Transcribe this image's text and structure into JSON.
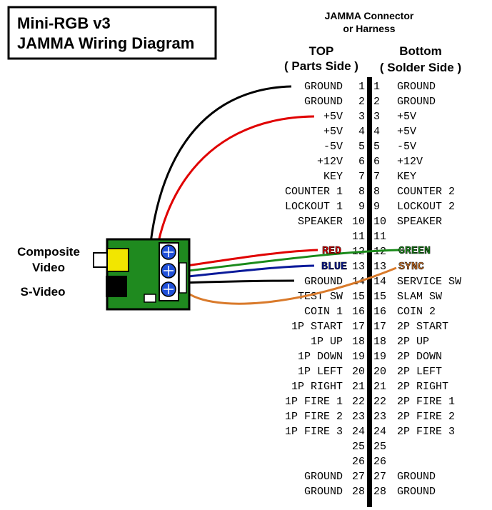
{
  "title": {
    "line1": "Mini-RGB v3",
    "line2": "JAMMA Wiring Diagram"
  },
  "connector": {
    "heading_line1": "JAMMA Connector",
    "heading_line2": "or Harness",
    "top_title": "TOP",
    "top_subtitle": "( Parts Side )",
    "bottom_title": "Bottom",
    "bottom_subtitle": "( Solder Side )"
  },
  "labels": {
    "composite_line1": "Composite",
    "composite_line2": "Video",
    "svideo": "S-Video"
  },
  "wire_labels": {
    "red": "RED",
    "green": "GREEN",
    "blue": "BLUE",
    "sync": "SYNC"
  },
  "colors": {
    "board": "#1f8a1f",
    "pot": "#1f4fd8",
    "composite_jack": "#f2e600",
    "red_wire": "#e00000",
    "green_wire": "#1a8a1a",
    "blue_wire": "#0a1a9a",
    "sync_wire": "#d97a2b",
    "black_wire": "#000000",
    "connector_bar": "#000000"
  },
  "pins": [
    {
      "n": "1",
      "top": "GROUND",
      "bottom": "GROUND"
    },
    {
      "n": "2",
      "top": "GROUND",
      "bottom": "GROUND"
    },
    {
      "n": "3",
      "top": "+5V",
      "bottom": "+5V"
    },
    {
      "n": "4",
      "top": "+5V",
      "bottom": "+5V"
    },
    {
      "n": "5",
      "top": "-5V",
      "bottom": "-5V"
    },
    {
      "n": "6",
      "top": "+12V",
      "bottom": "+12V"
    },
    {
      "n": "7",
      "top": "KEY",
      "bottom": "KEY"
    },
    {
      "n": "8",
      "top": "COUNTER 1",
      "bottom": "COUNTER 2"
    },
    {
      "n": "9",
      "top": "LOCKOUT 1",
      "bottom": "LOCKOUT 2"
    },
    {
      "n": "10",
      "top": "SPEAKER",
      "bottom": "SPEAKER"
    },
    {
      "n": "11",
      "top": "",
      "bottom": ""
    },
    {
      "n": "12",
      "top": "",
      "bottom": ""
    },
    {
      "n": "13",
      "top": "",
      "bottom": ""
    },
    {
      "n": "14",
      "top": "GROUND",
      "bottom": "SERVICE SW"
    },
    {
      "n": "15",
      "top": "TEST SW",
      "bottom": "SLAM SW"
    },
    {
      "n": "16",
      "top": "COIN 1",
      "bottom": "COIN 2"
    },
    {
      "n": "17",
      "top": "1P START",
      "bottom": "2P START"
    },
    {
      "n": "18",
      "top": "1P UP",
      "bottom": "2P UP"
    },
    {
      "n": "19",
      "top": "1P DOWN",
      "bottom": "2P DOWN"
    },
    {
      "n": "20",
      "top": "1P LEFT",
      "bottom": "2P LEFT"
    },
    {
      "n": "21",
      "top": "1P RIGHT",
      "bottom": "2P RIGHT"
    },
    {
      "n": "22",
      "top": "1P FIRE 1",
      "bottom": "2P FIRE 1"
    },
    {
      "n": "23",
      "top": "1P FIRE 2",
      "bottom": "2P FIRE 2"
    },
    {
      "n": "24",
      "top": "1P FIRE 3",
      "bottom": "2P FIRE 3"
    },
    {
      "n": "25",
      "top": "",
      "bottom": ""
    },
    {
      "n": "26",
      "top": "",
      "bottom": ""
    },
    {
      "n": "27",
      "top": "GROUND",
      "bottom": "GROUND"
    },
    {
      "n": "28",
      "top": "GROUND",
      "bottom": "GROUND"
    }
  ]
}
